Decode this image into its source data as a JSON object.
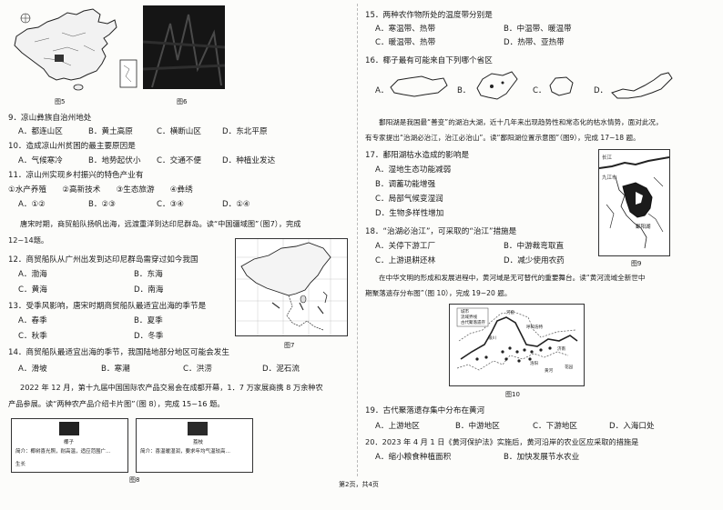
{
  "figures": {
    "fig5": "图5",
    "fig6": "图6",
    "fig7": "图7",
    "fig8": "图8",
    "fig9": "图9",
    "fig10": "图10"
  },
  "left": {
    "q9": {
      "stem": "9．凉山彝族自治州地处",
      "A": "A．都连山区",
      "B": "B．黄土高原",
      "C": "C．横断山区",
      "D": "D．东北平原"
    },
    "q10": {
      "stem": "10．造成凉山州贫困的最主要原因是",
      "A": "A．气候寒冷",
      "B": "B．地势起伏小",
      "C": "C．交通不便",
      "D": "D．种植业发达"
    },
    "q11": {
      "stem": "11．凉山州实现乡村振兴的特色产业有",
      "items": "①水产养殖　　②高新技术　　③生态旅游　　④彝绣",
      "A": "A．①②",
      "B": "B．②③",
      "C": "C．③④",
      "D": "D．①④"
    },
    "passage_tang": {
      "line1": "唐宋时期，商贸船队扬帆出海，远渡重洋到达印尼群岛。读“中国疆域图”（图7），完成",
      "line2": "12~14题。"
    },
    "q12": {
      "stem": "12．商贸船队从广州出发到达印尼群岛需穿过如今我国",
      "A": "A．渤海",
      "B": "B．东海",
      "C": "C．黄海",
      "D": "D．南海"
    },
    "q13": {
      "stem": "13．受季风影响，唐宋时期商贸船队最适宜出海的季节是",
      "A": "A．春季",
      "B": "B．夏季",
      "C": "C．秋季",
      "D": "D．冬季"
    },
    "q14": {
      "stem": "14．商贸船队最适宜出海的季节，我国陆地部分地区可能会发生",
      "A": "A．滑坡",
      "B": "B．寒潮",
      "C": "C．洪涝",
      "D": "D．泥石流"
    },
    "passage_2022": {
      "line1": "2022 年 12 月，第十九届中国国际农产品交易会在成都开幕，1．7 万家展商携 8 万余种农",
      "line2": "产品参展。读“两种农产品介绍卡片图”（图 8），完成 15~16 题。"
    },
    "card1": {
      "title": "椰子",
      "text": "简介：椰树喜光照，耐高温，适应范围广…",
      "tag": "生长"
    },
    "card2": {
      "title": "荔枝",
      "text": "简介：喜温暖湿润，要求年均气温较高…"
    }
  },
  "right": {
    "q15": {
      "stem": "15．两种农作物所处的温度带分别是",
      "A": "A．寒温带、热带",
      "B": "B．中温带、暖温带",
      "C": "C．暖温带、热带",
      "D": "D．热带、亚热带"
    },
    "q16": {
      "stem": "16．椰子最有可能来自下列哪个省区",
      "A": "A．",
      "B": "B．",
      "C": "C．",
      "D": "D．"
    },
    "passage_poyang": {
      "line1": "鄱阳湖是我国最“善变”的湖泊大湖，近十几年来出现趋势性和常态化的枯水情势，面对此况，",
      "line2": "有专家提出“治湖必治江，治江必治山”。读“鄱阳湖位置示意图”（图9），完成 17~18 题。"
    },
    "q17": {
      "stem": "17．鄱阳湖枯水造成的影响是",
      "A": "A．湿地生态功能减弱",
      "B": "B．调蓄功能增强",
      "C": "C．局部气候变湿润",
      "D": "D．生物多样性增加"
    },
    "q18": {
      "stem": "18．“治湖必治江”，可采取的“治江”措施是",
      "A": "A．关停下游工厂",
      "B": "B．中游裁弯取直",
      "C": "C．上游退耕还林",
      "D": "D．减少使用农药"
    },
    "passage_yellow": {
      "line1": "在中华文明的形成和发展进程中，黄河域是无可替代的重要舞台。读“黄河流域全新世中",
      "line2": "期聚落遗存分布图”（图 10），完成 19~20 题。"
    },
    "q19": {
      "stem": "19．古代聚落遗存集中分布在黄河",
      "A": "A．上游地区",
      "B": "B．中游地区",
      "C": "C．下游地区",
      "D": "D．入海口处"
    },
    "q20": {
      "stem": "20．2023 年 4 月 1 日《黄河保护法》实施后，黄河沿岸的农业区应采取的措施是",
      "A": "A．缩小粮食种植面积",
      "B": "B．加快发展节水农业"
    }
  },
  "map_labels": {
    "fig9_river": "长江",
    "fig9_region": "九江市",
    "fig9_lake": "鄱阳湖",
    "fig10_legend": [
      "城市",
      "流域界线",
      "古代聚落遗存"
    ],
    "fig10_places": [
      "银川",
      "呼和浩特",
      "河套",
      "洛阳",
      "济南",
      "黄河",
      "花园"
    ]
  },
  "footer": {
    "page": "第2页，共4页"
  }
}
